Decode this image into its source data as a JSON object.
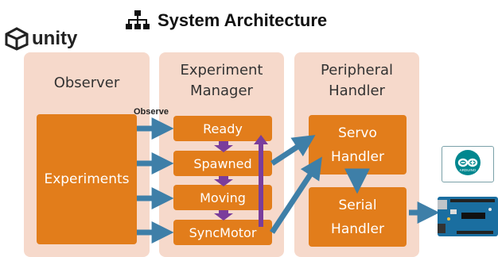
{
  "title": "System Architecture",
  "unity_logo_text": "unity",
  "observer": {
    "label": "Observer",
    "experiments_label": "Experiments",
    "observe_label": "Observe"
  },
  "manager": {
    "label_line1": "Experiment",
    "label_line2": "Manager",
    "states": [
      "Ready",
      "Spawned",
      "Moving",
      "SyncMotor"
    ]
  },
  "peripheral": {
    "label_line1": "Peripheral",
    "label_line2": "Handler",
    "servo_line1": "Servo",
    "servo_line2": "Handler",
    "serial_line1": "Serial",
    "serial_line2": "Handler"
  },
  "arduino_logo_text": "ARDUINO",
  "colors": {
    "panel": "#f6d9cb",
    "box": "#e27d1b",
    "arrow_blue": "#3e7fa8",
    "arrow_purple": "#7a3d9c"
  }
}
